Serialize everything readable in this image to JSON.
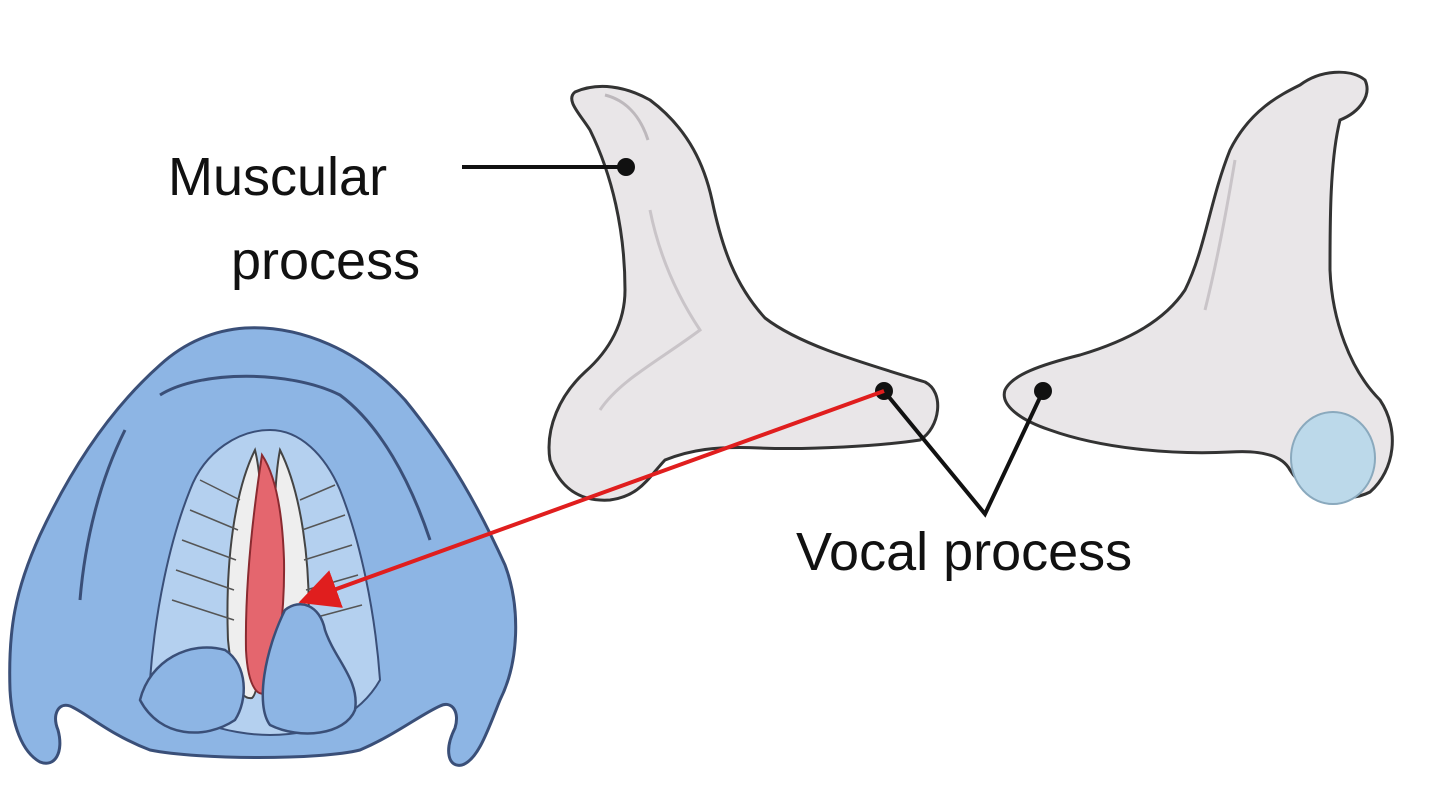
{
  "labels": {
    "muscular_line1": "Muscular",
    "muscular_line2": "process",
    "vocal": "Vocal process"
  },
  "colors": {
    "cartilage_fill": "#e9e6e8",
    "cartilage_shade": "#d3cfd2",
    "larynx_blue": "#8db5e4",
    "larynx_light": "#b4d0ef",
    "larynx_outline": "#3a4f78",
    "vocal_fold_red": "#e4666e",
    "arrow_red": "#e01e1e",
    "leader_black": "#111111",
    "facet_blue": "#bcd9ea"
  },
  "icons": {
    "pointer_dot": "filled-circle"
  }
}
